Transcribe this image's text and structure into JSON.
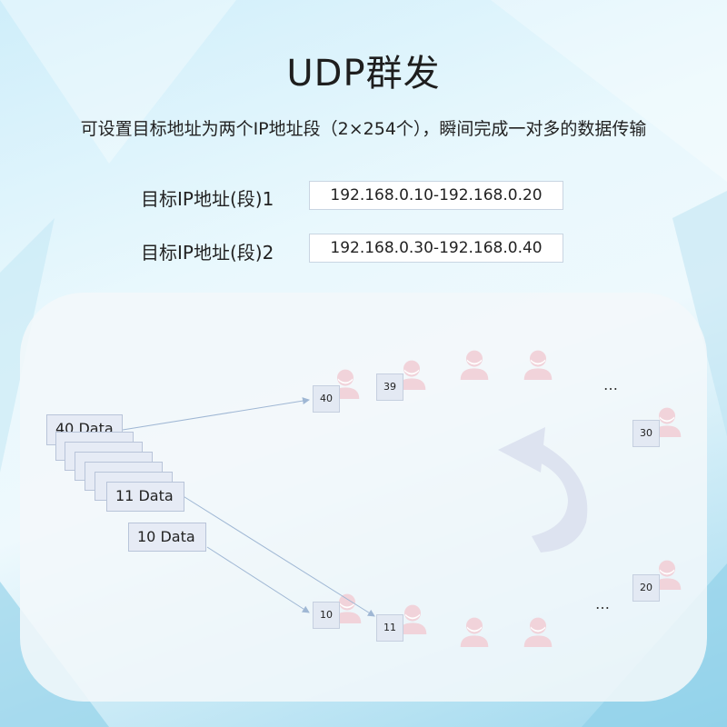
{
  "title": "UDP群发",
  "subtitle": "可设置目标地址为两个IP地址段（2×254个），瞬间完成一对多的数据传输",
  "ranges": [
    {
      "label": "目标IP地址(段)1",
      "value": "192.168.0.10-192.168.0.20"
    },
    {
      "label": "目标IP地址(段)2",
      "value": "192.168.0.30-192.168.0.40"
    }
  ],
  "diagram": {
    "packets": {
      "front": "11  Data",
      "back": "40  Data",
      "separate": "10  Data"
    },
    "nodes": {
      "n40": "40",
      "n39": "39",
      "n30": "30",
      "n20": "20",
      "n10": "10",
      "n11": "11"
    },
    "ellipsis": "…"
  },
  "colors": {
    "accent_user": "#f1d3da",
    "arrow": "#9fb7d4",
    "cycle_arrow": "#dde3f0"
  }
}
